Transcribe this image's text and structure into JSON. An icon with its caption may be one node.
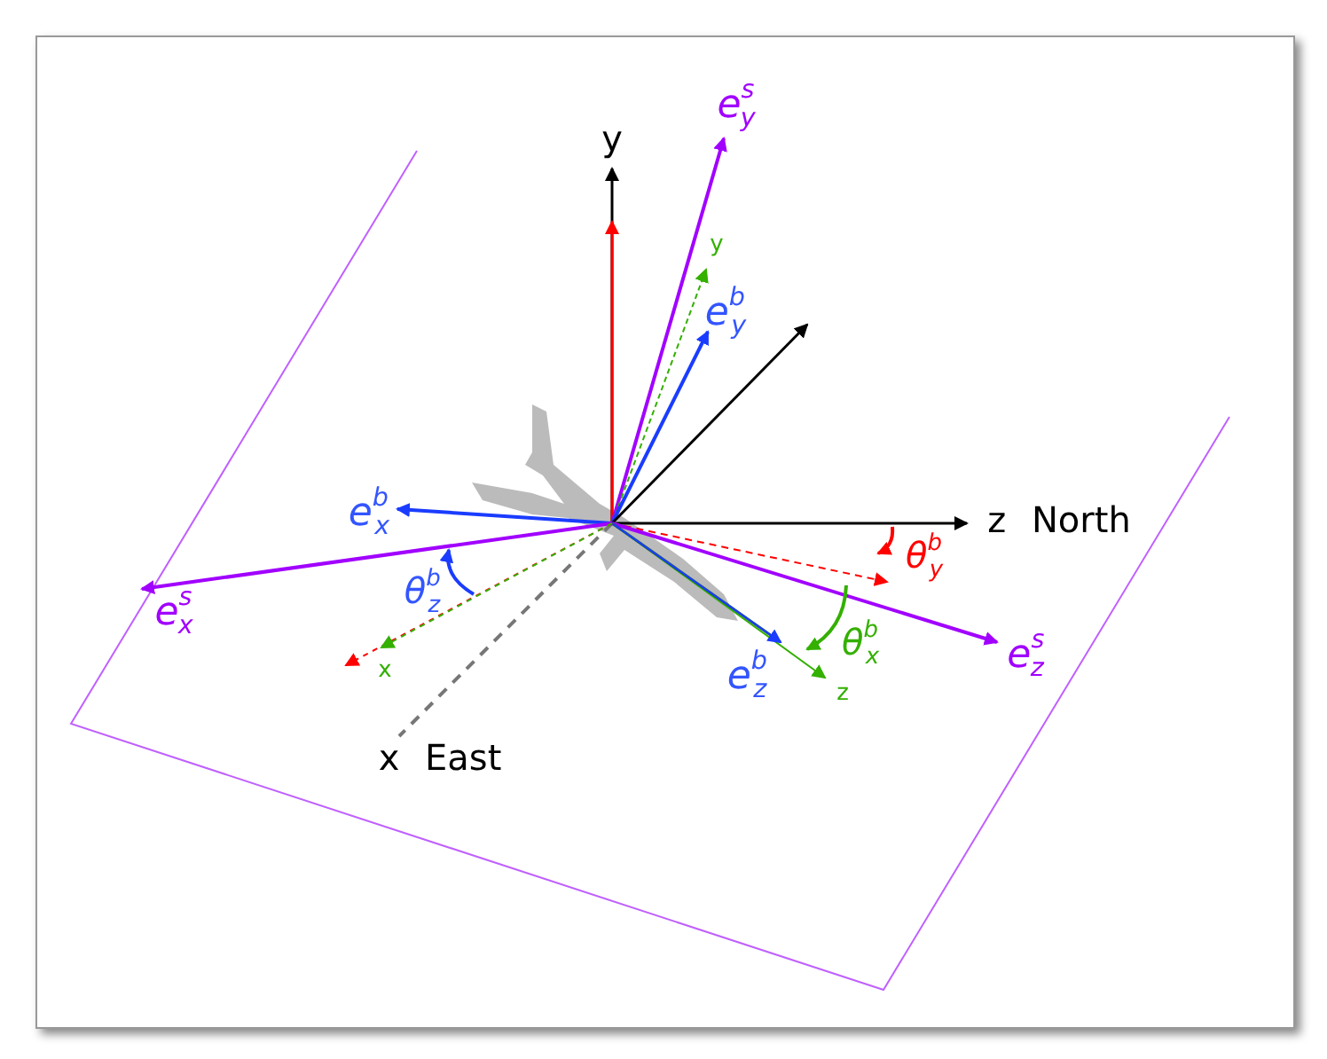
{
  "diagram": {
    "labels": [
      "y",
      "e$^{s}$$_{y}$",
      "y",
      "e$^{b}$$_{y}$",
      "z North",
      "θ$^{b}$$_{y}$",
      "e$^{b}$$_{x}$",
      "θ$^{b}$$_{z}$",
      "e$^{s}$$_{x}$",
      "x",
      "e$^{b}$$_{z}$",
      "θ$^{b}$$_{x}$",
      "z",
      "e$^{s}$$_{z}$",
      "x East"
    ]
  }
}
